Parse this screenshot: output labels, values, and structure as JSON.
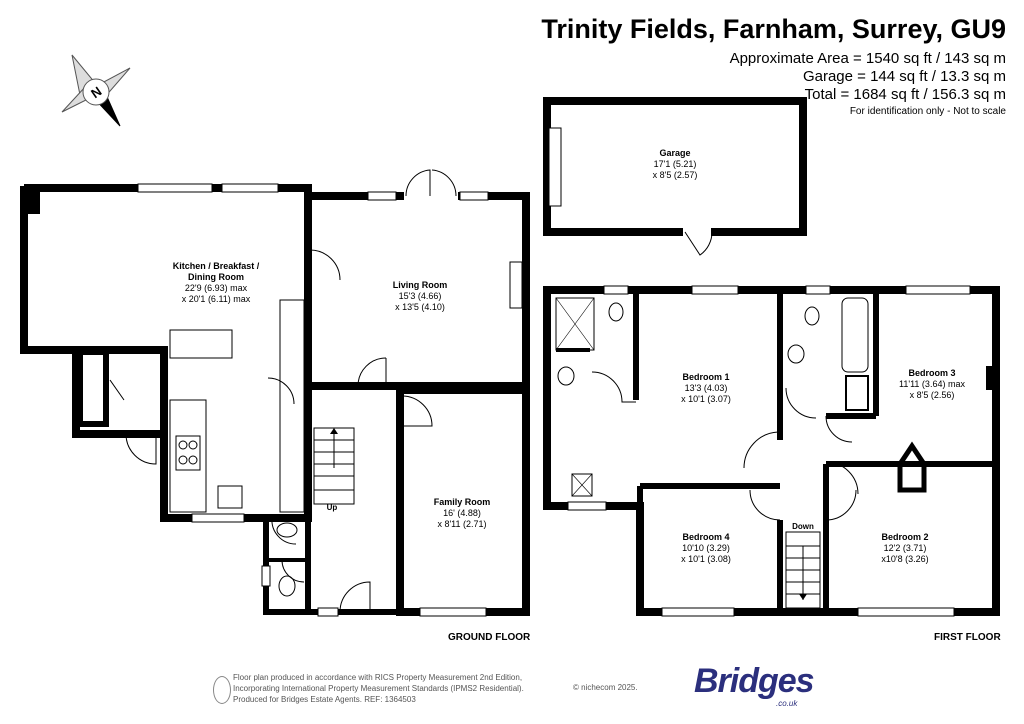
{
  "header": {
    "title": "Trinity Fields, Farnham, Surrey, GU9",
    "approx_area": "Approximate Area = 1540 sq ft / 143 sq m",
    "garage_area": "Garage = 144 sq ft / 13.3 sq m",
    "total_area": "Total = 1684 sq ft / 156.3 sq m",
    "disclaimer": "For identification only - Not to scale"
  },
  "compass": {
    "label": "N",
    "icon": "compass-icon"
  },
  "rooms": {
    "garage": {
      "name": "Garage",
      "dim1": "17'1 (5.21)",
      "dim2": "x 8'5 (2.57)"
    },
    "kitchen": {
      "name1": "Kitchen / Breakfast /",
      "name2": "Dining Room",
      "dim1": "22'9 (6.93) max",
      "dim2": "x 20'1 (6.11) max"
    },
    "living": {
      "name": "Living Room",
      "dim1": "15'3 (4.66)",
      "dim2": "x 13'5 (4.10)"
    },
    "family": {
      "name": "Family Room",
      "dim1": "16' (4.88)",
      "dim2": "x 8'11 (2.71)"
    },
    "bed1": {
      "name": "Bedroom 1",
      "dim1": "13'3 (4.03)",
      "dim2": "x 10'1 (3.07)"
    },
    "bed2": {
      "name": "Bedroom 2",
      "dim1": "12'2 (3.71)",
      "dim2": "x10'8 (3.26)"
    },
    "bed3": {
      "name": "Bedroom 3",
      "dim1": "11'11 (3.64) max",
      "dim2": "x 8'5 (2.56)"
    },
    "bed4": {
      "name": "Bedroom 4",
      "dim1": "10'10 (3.29)",
      "dim2": "x 10'1 (3.08)"
    }
  },
  "stairs": {
    "up": "Up",
    "down": "Down"
  },
  "floors": {
    "ground": "GROUND FLOOR",
    "first": "FIRST FLOOR"
  },
  "footer": {
    "line1": "Floor plan produced in accordance with RICS Property Measurement 2nd Edition,",
    "line2": "Incorporating International Property Measurement Standards (IPMS2 Residential).",
    "line3": "Produced for Bridges Estate Agents.   REF: 1364503",
    "copyright": "© nichecom 2025.",
    "logo": "Bridges",
    "logo_sub": ".co.uk"
  },
  "colors": {
    "wall": "#000000",
    "brand": "#2b2f7d",
    "window": "#ffffff"
  }
}
